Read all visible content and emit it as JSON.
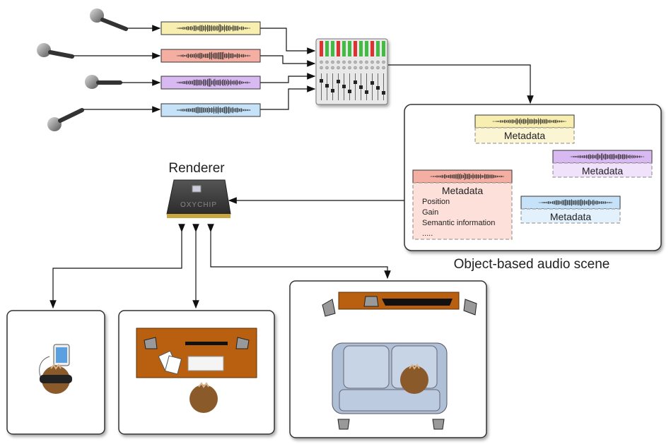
{
  "renderer": {
    "label": "Renderer",
    "chip_brand": "OXYCHIP"
  },
  "scene": {
    "label": "Object-based audio scene",
    "objects": [
      {
        "color": "#f7eeb0",
        "meta_color": "#fbf5d4",
        "label": "Metadata"
      },
      {
        "color": "#d9b9f2",
        "meta_color": "#efe2fa",
        "label": "Metadata"
      },
      {
        "color": "#f5aea2",
        "meta_color": "#fde0da",
        "label": "Metadata",
        "details": [
          "Position",
          "Gain",
          "Semantic information",
          "....."
        ]
      },
      {
        "color": "#c6e2f9",
        "meta_color": "#e3f1fc",
        "label": "Metadata"
      }
    ]
  },
  "tracks": [
    {
      "color": "#f7eeb0"
    },
    {
      "color": "#f5aea2"
    },
    {
      "color": "#d9b9f2"
    },
    {
      "color": "#c6e2f9"
    }
  ],
  "colors": {
    "desk": "#b8600f",
    "sofa": "#aebfd6",
    "line": "#111111"
  }
}
